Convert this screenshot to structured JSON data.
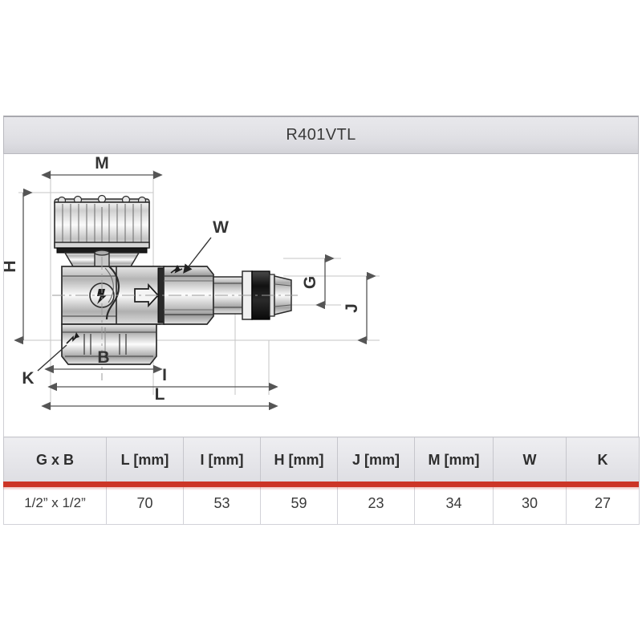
{
  "header": {
    "product_code": "R401VTL"
  },
  "drawing": {
    "labels": {
      "m": "M",
      "h": "H",
      "w": "W",
      "g": "G",
      "j": "J",
      "k": "K",
      "b": "B",
      "i": "I",
      "l": "L"
    },
    "description": "angle radiator valve technical dimension drawing"
  },
  "table": {
    "columns": [
      "G x B",
      "L [mm]",
      "I [mm]",
      "H [mm]",
      "J [mm]",
      "M [mm]",
      "W",
      "K"
    ],
    "rows": [
      [
        "1/2” x 1/2”",
        "70",
        "53",
        "59",
        "23",
        "34",
        "30",
        "27"
      ]
    ]
  },
  "colors": {
    "accent_red": "#cc3526",
    "header_gray": "#e2e2e6",
    "text_dark": "#3a3a3a"
  }
}
